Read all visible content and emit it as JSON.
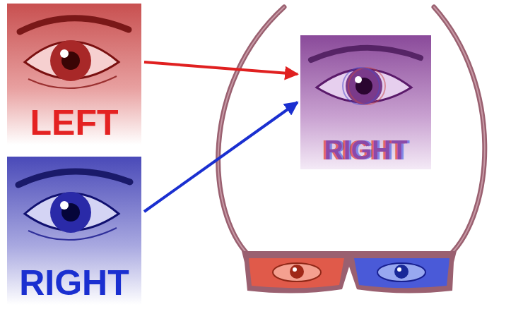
{
  "diagram": {
    "nodes": [
      {
        "text": [
          "LEFT"
        ]
      },
      {
        "text": [
          "RIGHT"
        ]
      },
      {
        "text": [
          "RIGHT"
        ]
      }
    ],
    "edges": [
      {
        "from": 0,
        "to": 2,
        "arrow": "to"
      },
      {
        "from": 1,
        "to": 2,
        "arrow": "to"
      }
    ]
  }
}
